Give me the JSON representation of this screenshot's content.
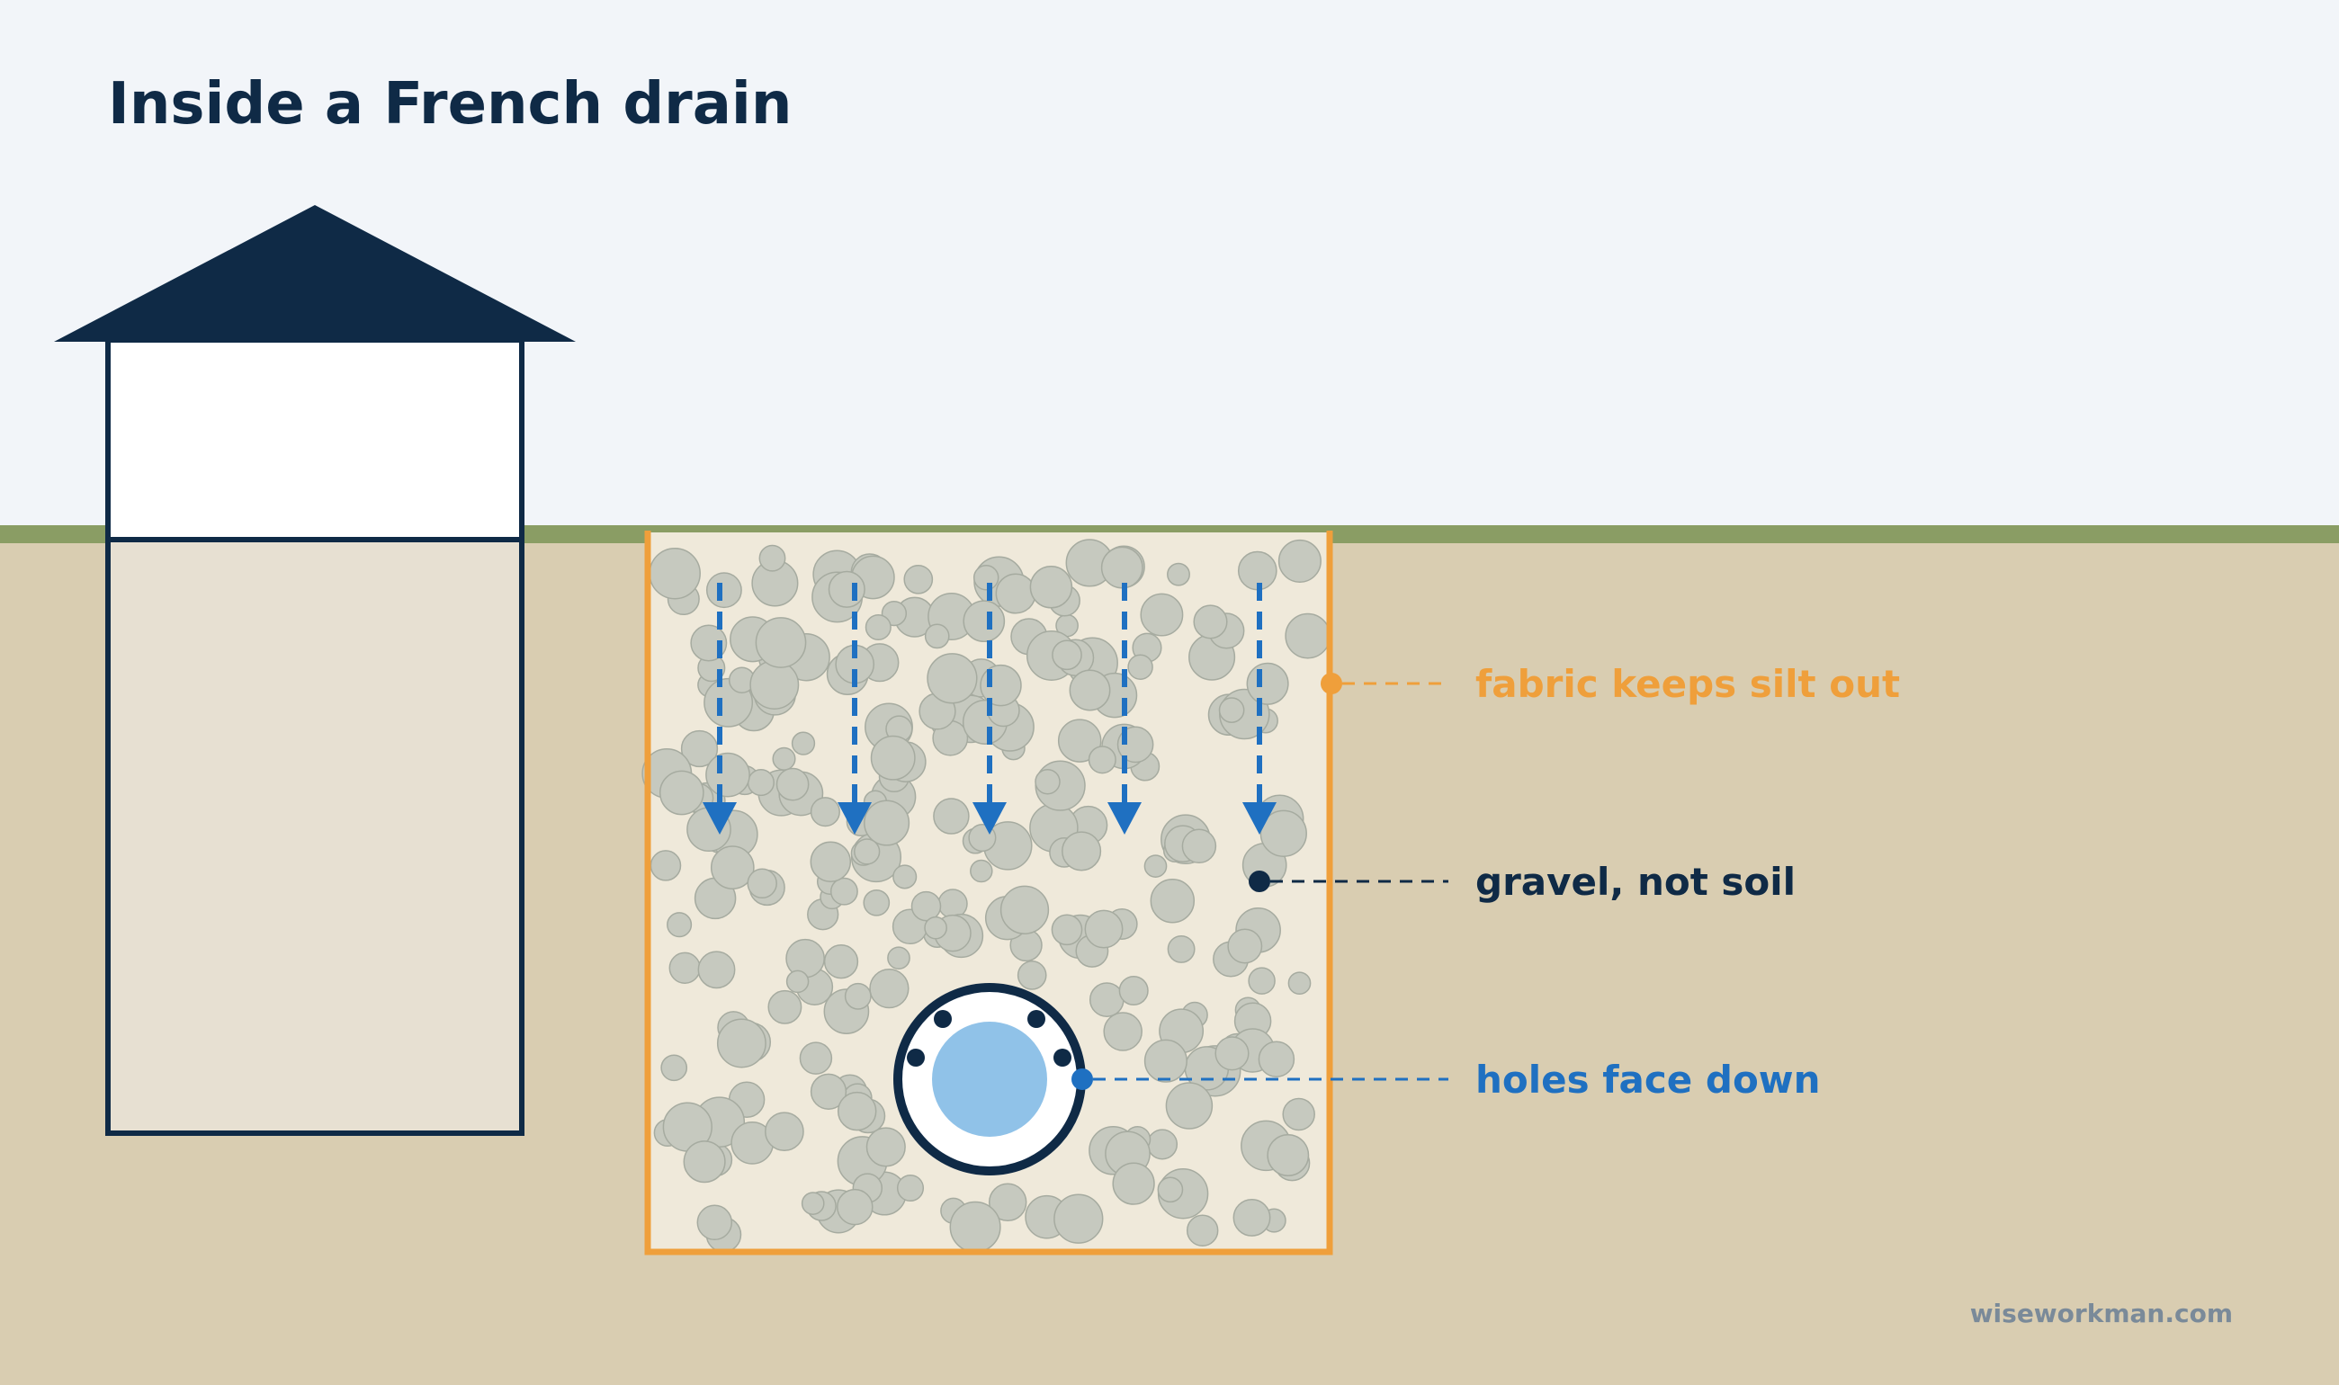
{
  "title": "Inside a French drain",
  "labels": {
    "fabric": "fabric keeps silt out",
    "gravel": "gravel, not soil",
    "holes": "holes face down"
  },
  "credit": "wiseworkman.com",
  "colors": {
    "sky": "#f2f5f9",
    "grass": "#8a9d64",
    "soil": "#d9cdb1",
    "trench_fill": "#efe9da",
    "fabric": "#ef9f3b",
    "navy": "#0f2a46",
    "water_blue": "#1f70c1",
    "pipe_water": "#90c2e8",
    "gravel": "#c6c9bf",
    "gravel_stroke": "#a6aba0",
    "basement": "#e7e0d2",
    "credit": "#7a8a99"
  },
  "icons": [
    "house-icon",
    "down-arrow-icon",
    "pipe-icon",
    "gravel-stone-icon"
  ]
}
